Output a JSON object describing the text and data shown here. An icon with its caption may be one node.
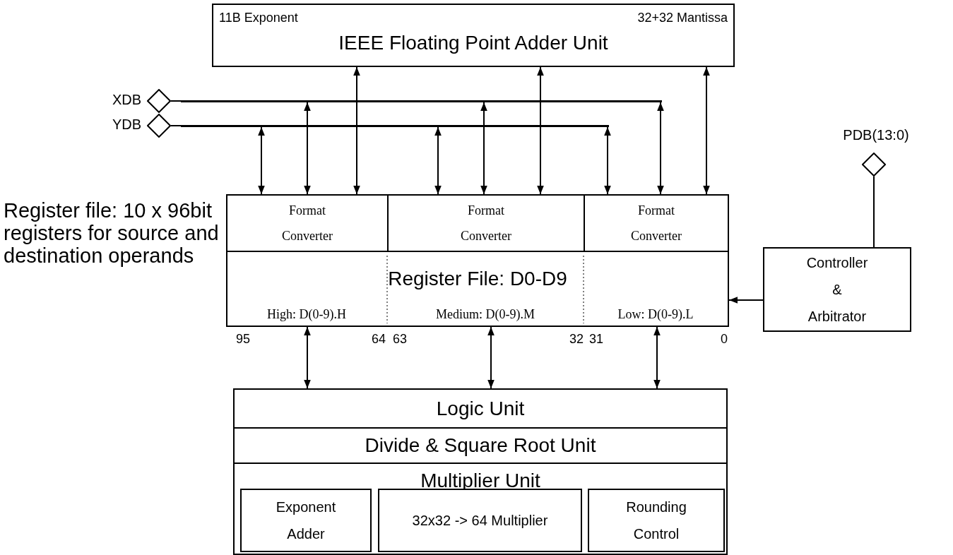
{
  "diagram": {
    "nodes": [
      {
        "text": [
          "11B Exponent",
          "32+32 Mantissa",
          "IEEE Floating Point Adder Unit"
        ]
      },
      {
        "text": [],
        "shape": "diamond",
        "beside": [
          "XDB"
        ]
      },
      {
        "text": [],
        "shape": "diamond",
        "beside": [
          "YDB"
        ]
      },
      {
        "text": [],
        "shape": "bar"
      },
      {
        "text": [],
        "shape": "bar"
      },
      {
        "text": [],
        "shape": "diamond",
        "beside": [
          "PDB(13:0)"
        ]
      },
      {
        "text": [
          "Format Converter"
        ]
      },
      {
        "text": [
          "Format Converter"
        ]
      },
      {
        "text": [
          "Format Converter"
        ]
      },
      {
        "text": [
          "Register File: D0-D9",
          "High: D(0-9).H",
          "Medium: D(0-9).M",
          "Low: D(0-9).L"
        ],
        "beside": [
          "95",
          "64",
          "63",
          "32",
          "31",
          "0"
        ]
      },
      {
        "text": [
          "Controller & Arbitrator"
        ]
      },
      {
        "text": [
          "Logic Unit"
        ]
      },
      {
        "text": [
          "Divide & Square Root Unit"
        ]
      },
      {
        "text": [
          "Multiplier Unit"
        ]
      },
      {
        "text": [
          "Exponent Adder"
        ],
        "in": 13
      },
      {
        "text": [
          "32x32 -> 64 Multiplier"
        ],
        "in": 13
      },
      {
        "text": [
          "Rounding Control"
        ],
        "in": 13
      }
    ],
    "edges": [
      {
        "from": 1,
        "to": 3,
        "arrow": "none"
      },
      {
        "from": 2,
        "to": 4,
        "arrow": "none"
      },
      {
        "from": 4,
        "to": 6,
        "arrow": "both"
      },
      {
        "from": 3,
        "to": 6,
        "arrow": "both"
      },
      {
        "from": 0,
        "to": 6,
        "arrow": "both"
      },
      {
        "from": 4,
        "to": 7,
        "arrow": "both"
      },
      {
        "from": 3,
        "to": 7,
        "arrow": "both"
      },
      {
        "from": 0,
        "to": 7,
        "arrow": "both"
      },
      {
        "from": 4,
        "to": 8,
        "arrow": "both"
      },
      {
        "from": 3,
        "to": 8,
        "arrow": "both"
      },
      {
        "from": 0,
        "to": 8,
        "arrow": "both"
      },
      {
        "from": 5,
        "to": 10,
        "arrow": "none"
      },
      {
        "from": 10,
        "to": 9,
        "arrow": "to"
      },
      {
        "from": 9,
        "to": 11,
        "arrow": "both"
      },
      {
        "from": 9,
        "to": 11,
        "arrow": "both"
      },
      {
        "from": 9,
        "to": 11,
        "arrow": "both"
      }
    ],
    "labels": [
      "Register file: 10 x 96bit registers for source and destination operands"
    ]
  }
}
